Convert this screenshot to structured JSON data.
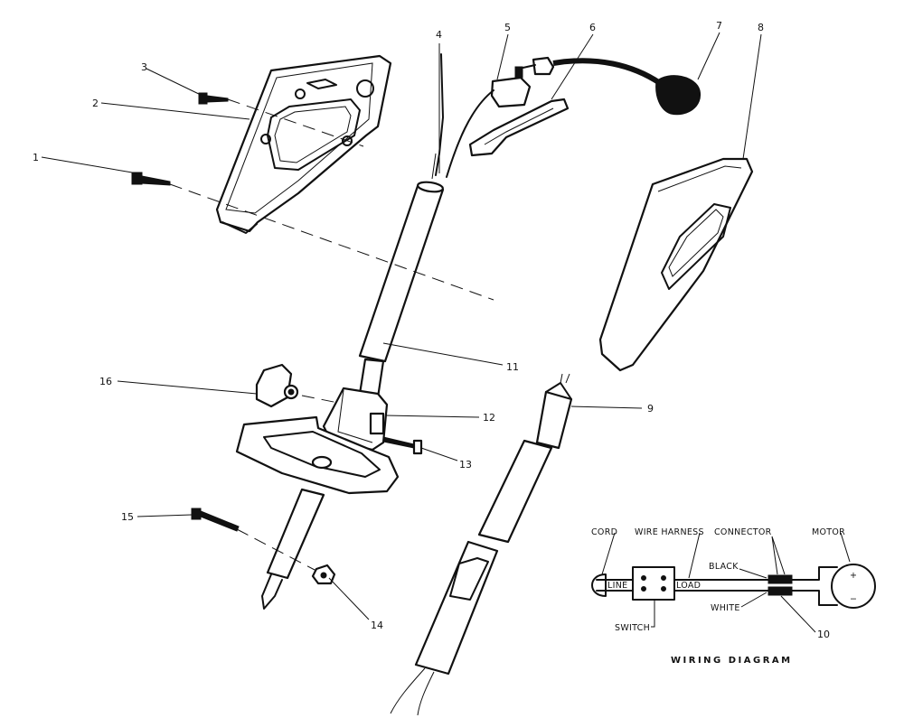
{
  "callouts": [
    "1",
    "2",
    "3",
    "4",
    "5",
    "6",
    "7",
    "8",
    "9",
    "10",
    "11",
    "12",
    "13",
    "14",
    "15",
    "16"
  ],
  "wiring": {
    "title": "WIRING DIAGRAM",
    "cord": "CORD",
    "wire_harness": "WIRE HARNESS",
    "connector": "CONNECTOR",
    "motor": "MOTOR",
    "black": "BLACK",
    "white": "WHITE",
    "line": "LINE",
    "load": "LOAD",
    "switch": "SWITCH",
    "plus": "+",
    "minus": "−"
  }
}
